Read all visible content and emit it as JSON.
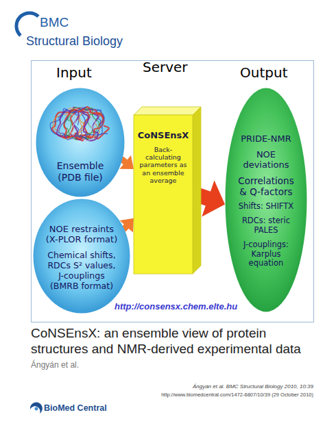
{
  "diagram": {
    "title": "CoNSEnsX: an ensemble view of protein structures and NMR-derived experimental data",
    "nodes": [
      {
        "text": [
          "Ensemble (PDB file)"
        ]
      },
      {
        "text": [
          "NOE restraints (X-PLOR format)",
          "Chemical shifts, RDCs S² values, J-couplings (BMRB format)"
        ]
      },
      {
        "text": [
          "CoNSEnsX",
          "Back-calculating parameters as an ensemble average"
        ]
      },
      {
        "text": [
          "PRIDE-NMR",
          "NOE deviations",
          "Correlations & Q-factors",
          "Shifts: SHIFTX",
          "RDCs: steric PALES",
          "J-couplings: Karplus equation"
        ]
      }
    ],
    "edges": [
      {
        "from": 0,
        "to": 2,
        "arrow": "to"
      },
      {
        "from": 1,
        "to": 2,
        "arrow": "to"
      },
      {
        "from": 2,
        "to": 3,
        "arrow": "to"
      }
    ],
    "labels": [
      "BMC",
      "Structural Biology",
      "Input",
      "Server",
      "Output",
      "http://consensx.chem.elte.hu",
      "Ángyán et al.",
      "BioMed Central",
      "Ángyán et al. BMC Structural Biology 2010, 10:39",
      "http://www.biomedcentral.com/1472-6807/10/39 (29 October 2010)"
    ]
  }
}
